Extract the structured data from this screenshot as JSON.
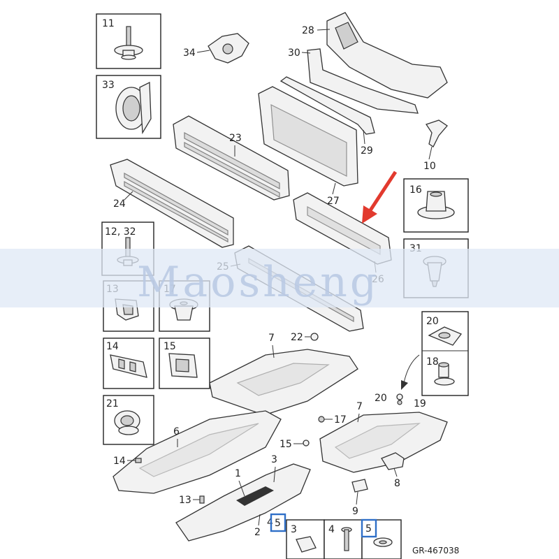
{
  "callouts": {
    "c11": "11",
    "c33": "33",
    "c34": "34",
    "c28": "28",
    "c30": "30",
    "c23": "23",
    "c29": "29",
    "c10": "10",
    "c24": "24",
    "c27": "27",
    "c16": "16",
    "c1232": "12, 32",
    "c25": "25",
    "c31": "31",
    "c26": "26",
    "c13b": "13",
    "c17b": "17",
    "c20": "20",
    "c14b": "14",
    "c15b": "15",
    "c18": "18",
    "c7a": "7",
    "c22": "22",
    "c21": "21",
    "c20b": "20",
    "c19": "19",
    "c6": "6",
    "c7b": "7",
    "c17": "17",
    "c15": "15",
    "c14": "14",
    "c3": "3",
    "c1": "1",
    "c8": "8",
    "c13": "13",
    "c9": "9",
    "c2": "2",
    "c4": "4",
    "c5": "5",
    "c3b": "3",
    "c4b": "4",
    "c5b": "5"
  },
  "watermark": "Maosheng",
  "drawing_code": "GR-467038",
  "colors": {
    "highlight": "#2f6fc7",
    "arrow": "#e23a2e",
    "band": "#dfe8f6",
    "watermark": "#b9c9e4"
  }
}
